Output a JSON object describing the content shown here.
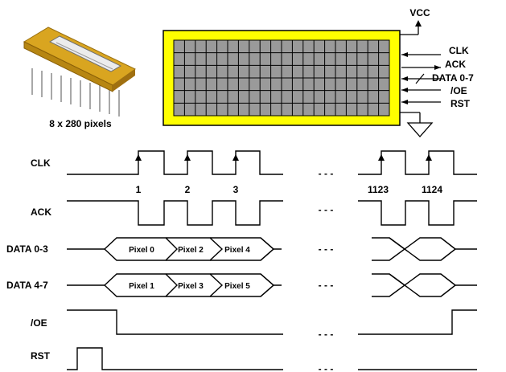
{
  "chip": {
    "caption": "8 x 280 pixels",
    "body_color": "#d9a520",
    "pin_color": "#b8b8b8"
  },
  "sensor_block": {
    "frame_color": "#ffff00",
    "cell_color": "#9a9a9a",
    "grid_rows": 6,
    "grid_cols": 20,
    "power_label": "VCC",
    "pins": [
      "CLK",
      "ACK",
      "DATA 0-7",
      "/OE",
      "RST"
    ],
    "ground_symbol": "ground-icon"
  },
  "timing": {
    "signals": [
      {
        "id": "clk",
        "label": "CLK"
      },
      {
        "id": "ack",
        "label": "ACK"
      },
      {
        "id": "data03",
        "label": "DATA 0-3"
      },
      {
        "id": "data47",
        "label": "DATA 4-7"
      },
      {
        "id": "oe",
        "label": "/OE"
      },
      {
        "id": "rst",
        "label": "RST"
      }
    ],
    "clock_edges": [
      "1",
      "2",
      "3",
      "1123",
      "1124"
    ],
    "data03_pixels": [
      "Pixel 0",
      "Pixel 2",
      "Pixel 4"
    ],
    "data47_pixels": [
      "Pixel 1",
      "Pixel 3",
      "Pixel 5"
    ],
    "gap_marker": "- - -"
  }
}
